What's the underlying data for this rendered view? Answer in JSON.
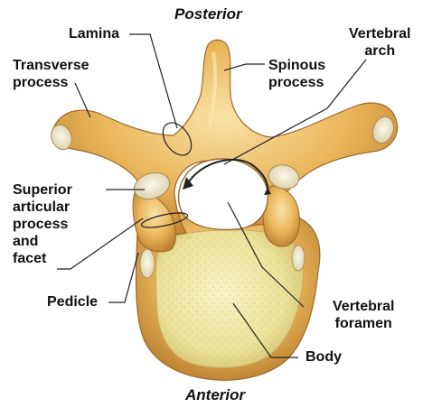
{
  "orientation": {
    "top": "Posterior",
    "bottom": "Anterior"
  },
  "labels": {
    "lamina": "Lamina",
    "transverse_process": [
      "Transverse",
      "process"
    ],
    "spinous_process": [
      "Spinous",
      "process"
    ],
    "vertebral_arch": [
      "Vertebral",
      "arch"
    ],
    "superior_articular": [
      "Superior",
      "articular",
      "process",
      "and",
      "facet"
    ],
    "pedicle": "Pedicle",
    "vertebral_foramen": [
      "Vertebral",
      "foramen"
    ],
    "body": "Body"
  },
  "colors": {
    "bone": "#e8b457",
    "bone_light": "#f7dc95",
    "bone_dark": "#b87a2a",
    "facet": "#f3ecd2",
    "body_cancellous": "#efeaa8",
    "line": "#222222"
  }
}
